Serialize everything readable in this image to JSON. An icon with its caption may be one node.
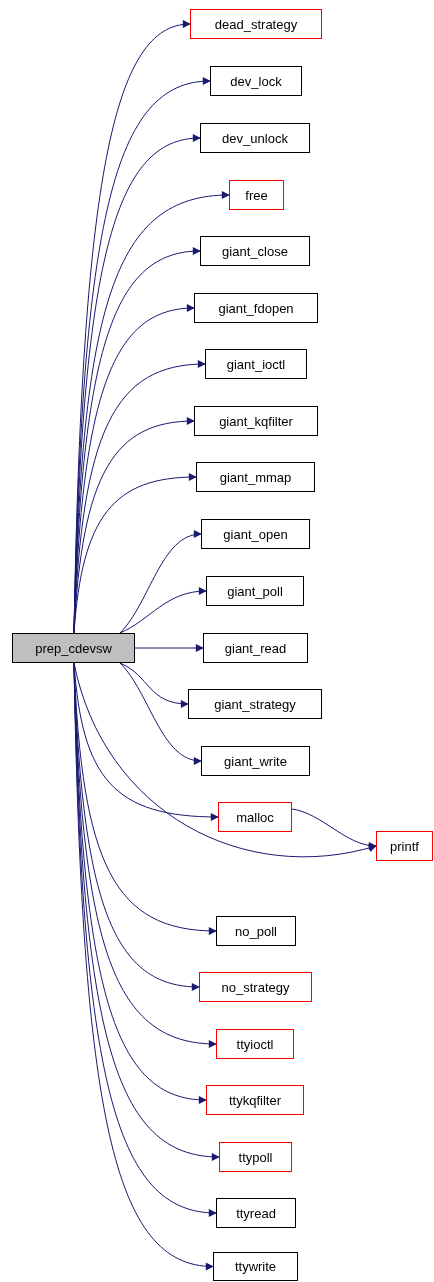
{
  "diagram": {
    "nodes": [
      {
        "text": [
          "prep_cdevsw"
        ]
      },
      {
        "text": [
          "dead_strategy"
        ]
      },
      {
        "text": [
          "dev_lock"
        ]
      },
      {
        "text": [
          "dev_unlock"
        ]
      },
      {
        "text": [
          "free"
        ]
      },
      {
        "text": [
          "giant_close"
        ]
      },
      {
        "text": [
          "giant_fdopen"
        ]
      },
      {
        "text": [
          "giant_ioctl"
        ]
      },
      {
        "text": [
          "giant_kqfilter"
        ]
      },
      {
        "text": [
          "giant_mmap"
        ]
      },
      {
        "text": [
          "giant_open"
        ]
      },
      {
        "text": [
          "giant_poll"
        ]
      },
      {
        "text": [
          "giant_read"
        ]
      },
      {
        "text": [
          "giant_strategy"
        ]
      },
      {
        "text": [
          "giant_write"
        ]
      },
      {
        "text": [
          "malloc"
        ]
      },
      {
        "text": [
          "printf"
        ]
      },
      {
        "text": [
          "no_poll"
        ]
      },
      {
        "text": [
          "no_strategy"
        ]
      },
      {
        "text": [
          "ttyioctl"
        ]
      },
      {
        "text": [
          "ttykqfilter"
        ]
      },
      {
        "text": [
          "ttypoll"
        ]
      },
      {
        "text": [
          "ttyread"
        ]
      },
      {
        "text": [
          "ttywrite"
        ]
      }
    ],
    "edges": [
      {
        "from": 0,
        "to": 1,
        "arrow": "to"
      },
      {
        "from": 0,
        "to": 2,
        "arrow": "to"
      },
      {
        "from": 0,
        "to": 3,
        "arrow": "to"
      },
      {
        "from": 0,
        "to": 4,
        "arrow": "to"
      },
      {
        "from": 0,
        "to": 5,
        "arrow": "to"
      },
      {
        "from": 0,
        "to": 6,
        "arrow": "to"
      },
      {
        "from": 0,
        "to": 7,
        "arrow": "to"
      },
      {
        "from": 0,
        "to": 8,
        "arrow": "to"
      },
      {
        "from": 0,
        "to": 9,
        "arrow": "to"
      },
      {
        "from": 0,
        "to": 10,
        "arrow": "to"
      },
      {
        "from": 0,
        "to": 11,
        "arrow": "to"
      },
      {
        "from": 0,
        "to": 12,
        "arrow": "to"
      },
      {
        "from": 0,
        "to": 13,
        "arrow": "to"
      },
      {
        "from": 0,
        "to": 14,
        "arrow": "to"
      },
      {
        "from": 0,
        "to": 15,
        "arrow": "to"
      },
      {
        "from": 0,
        "to": 16,
        "arrow": "to"
      },
      {
        "from": 15,
        "to": 16,
        "arrow": "to"
      },
      {
        "from": 0,
        "to": 17,
        "arrow": "to"
      },
      {
        "from": 0,
        "to": 18,
        "arrow": "to"
      },
      {
        "from": 0,
        "to": 19,
        "arrow": "to"
      },
      {
        "from": 0,
        "to": 20,
        "arrow": "to"
      },
      {
        "from": 0,
        "to": 21,
        "arrow": "to"
      },
      {
        "from": 0,
        "to": 22,
        "arrow": "to"
      },
      {
        "from": 0,
        "to": 23,
        "arrow": "to"
      }
    ]
  }
}
